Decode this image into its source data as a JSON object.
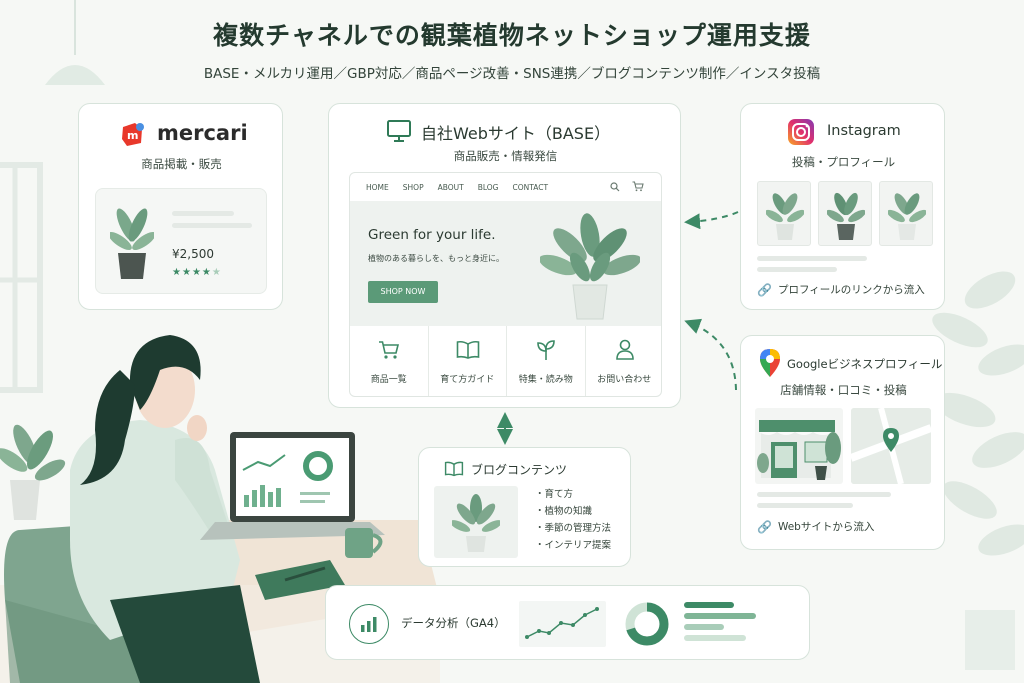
{
  "title": "複数チャネルでの観葉植物ネットショップ運用支援",
  "subtitle": "BASE・メルカリ運用／GBP対応／商品ページ改善・SNS連携／ブログコンテンツ制作／インスタ投稿",
  "colors": {
    "accent_green": "#3d8a66",
    "brand_green": "#2f7a57",
    "mercari_red": "#e8382b",
    "background": "#f6f8f5"
  },
  "mercari": {
    "logo_text": "mercari",
    "caption": "商品掲載・販売",
    "price": "¥2,500",
    "stars_rating": 4,
    "stars_max": 5,
    "icon": "mercari-logo"
  },
  "base_site": {
    "title": "自社Webサイト（BASE）",
    "caption": "商品販売・情報発信",
    "nav": [
      "HOME",
      "SHOP",
      "ABOUT",
      "BLOG",
      "CONTACT"
    ],
    "hero_heading": "Green for your life.",
    "hero_text": "植物のある暮らしを、もっと身近に。",
    "hero_button": "SHOP NOW",
    "features": [
      {
        "label": "商品一覧",
        "icon": "cart-icon"
      },
      {
        "label": "育て方ガイド",
        "icon": "book-icon"
      },
      {
        "label": "特集・読み物",
        "icon": "sprout-icon"
      },
      {
        "label": "お問い合わせ",
        "icon": "person-icon"
      }
    ]
  },
  "instagram": {
    "title": "Instagram",
    "caption": "投稿・プロフィール",
    "link_text": "プロフィールのリンクから流入"
  },
  "gbp": {
    "title": "Googleビジネスプロフィール",
    "caption": "店舗情報・口コミ・投稿",
    "link_text": "Webサイトから流入"
  },
  "blog": {
    "title": "ブログコンテンツ",
    "items": [
      "・育て方",
      "・植物の知識",
      "・季節の管理方法",
      "・インテリア提案"
    ]
  },
  "analytics": {
    "title": "データ分析（GA4）"
  }
}
